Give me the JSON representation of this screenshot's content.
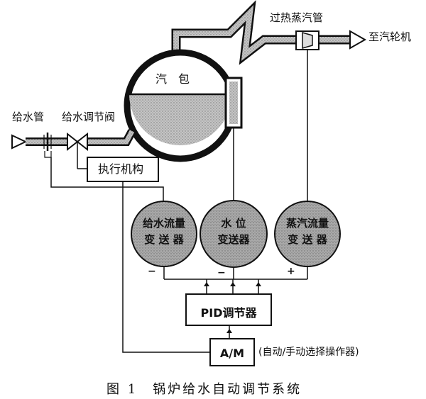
{
  "labels": {
    "feedwater_pipe": "给水管",
    "feed_valve": "给水调节阀",
    "superheated_pipe": "过热蒸汽管",
    "to_turbine": "至汽轮机",
    "drum": "汽　包",
    "actuator": "执行机构"
  },
  "transmitters": {
    "feed_flow": {
      "line1": "给水流量",
      "line2": "变 送 器",
      "sign": "−"
    },
    "level": {
      "line1": "水  位",
      "line2": "变送器",
      "sign": "−"
    },
    "steam_flow": {
      "line1": "蒸汽流量",
      "line2": "变 送 器",
      "sign": "+"
    }
  },
  "controller": {
    "label": "PID调节器"
  },
  "am_station": {
    "label": "A/M",
    "note": "(自动/手动选择操作器)"
  },
  "caption": "图 1　锅炉给水自动调节系统",
  "colors": {
    "ink": "#111111",
    "pipe_fill": "#aaaaaa",
    "water": "#bdbdbd",
    "transmitter": "#9c9c9c"
  }
}
